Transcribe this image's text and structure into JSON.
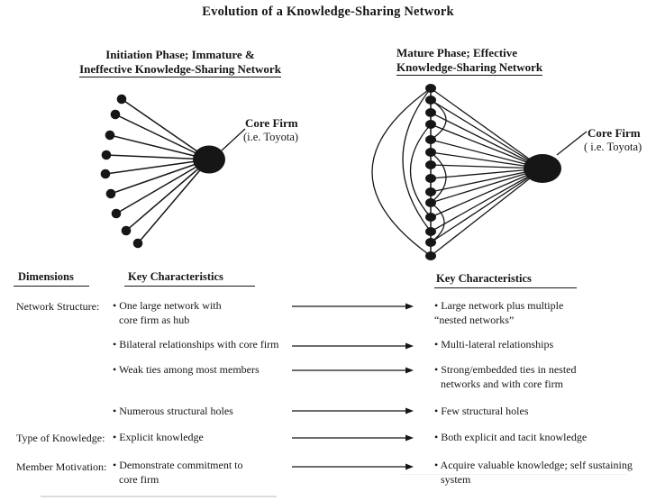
{
  "ink_color": "#161616",
  "title": "Evolution of a Knowledge-Sharing Network",
  "left_diagram": {
    "heading_line1": "Initiation Phase; Immature &",
    "heading_line2": "Ineffective Knowledge-Sharing Network",
    "core_firm_label": "Core Firm",
    "core_firm_sublabel": "(i.e. Toyota)"
  },
  "right_diagram": {
    "heading_line1": "Mature Phase; Effective",
    "heading_line2": "Knowledge-Sharing Network",
    "core_firm_label": "Core Firm",
    "core_firm_sublabel": "( i.e. Toyota)"
  },
  "table": {
    "dimensions_header": "Dimensions",
    "left_header": "Key Characteristics",
    "right_header": "Key Characteristics",
    "rows": [
      {
        "dimension": "Network Structure:",
        "left": [
          "• One large network with",
          "core firm as hub"
        ],
        "right": [
          "• Large network plus multiple",
          "“nested networks”"
        ]
      },
      {
        "left": [
          "• Bilateral relationships with core firm"
        ],
        "right": [
          "• Multi-lateral relationships"
        ]
      },
      {
        "left": [
          "• Weak ties among most members"
        ],
        "right": [
          "• Strong/embedded ties in nested",
          "networks and with core firm"
        ]
      },
      {
        "left": [
          "• Numerous structural holes"
        ],
        "right": [
          "• Few structural holes"
        ]
      },
      {
        "dimension": "Type of Knowledge:",
        "left": [
          "• Explicit knowledge"
        ],
        "right": [
          "• Both explicit and tacit knowledge"
        ]
      },
      {
        "dimension": "Member Motivation:",
        "left": [
          "• Demonstrate commitment to",
          "core firm"
        ],
        "right": [
          "• Acquire valuable knowledge; self sustaining",
          "system"
        ]
      }
    ]
  }
}
